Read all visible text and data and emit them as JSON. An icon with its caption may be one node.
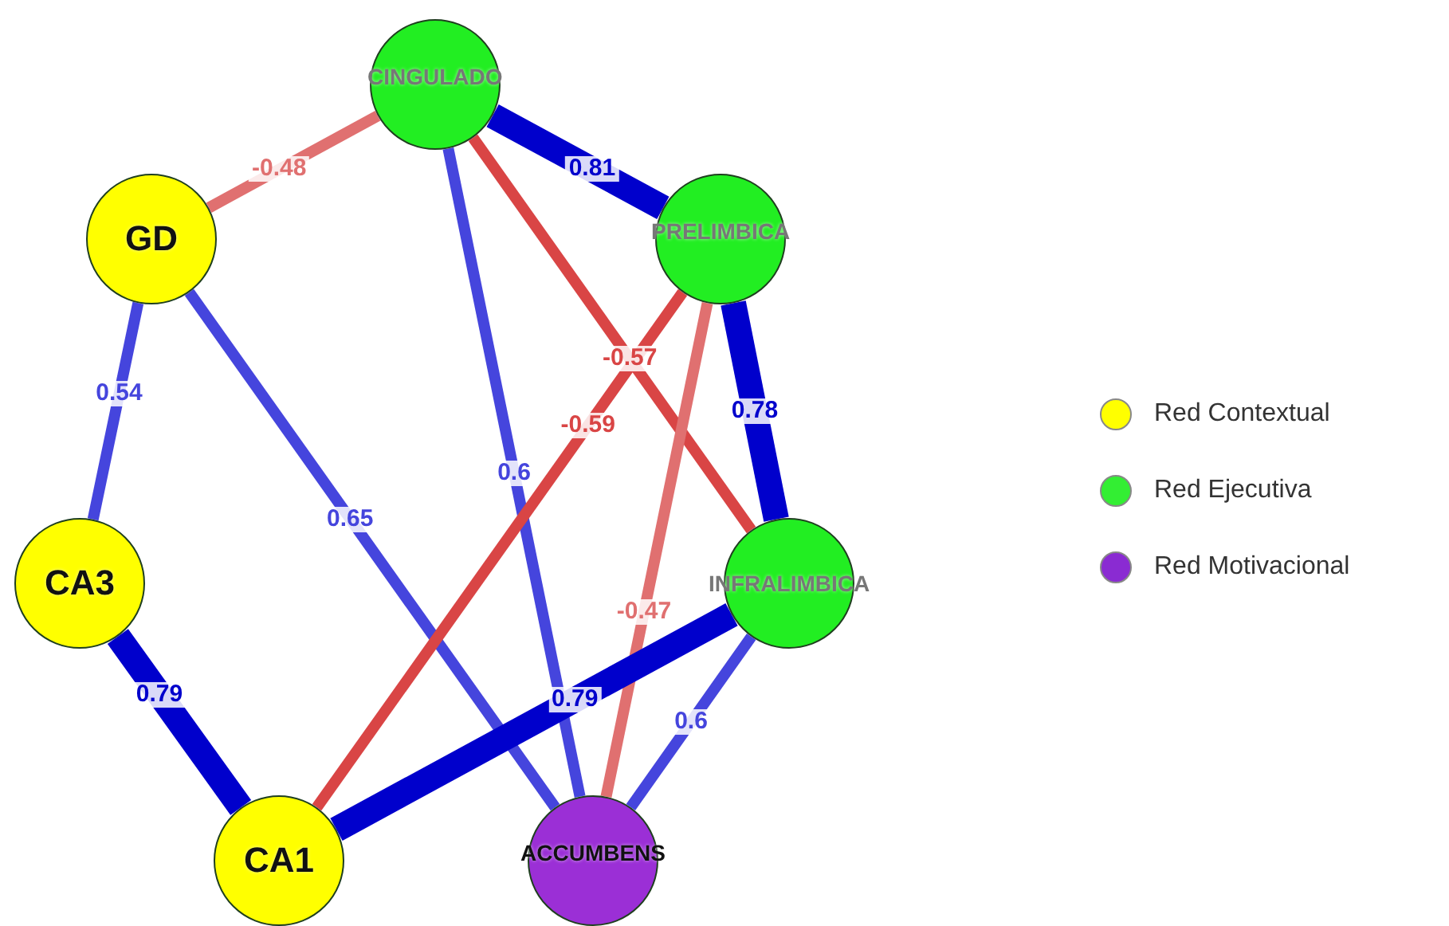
{
  "diagram": {
    "nodes": [
      {
        "text": [
          "CINGULADO"
        ]
      },
      {
        "text": [
          "GD"
        ]
      },
      {
        "text": [
          "PRELIMBICA"
        ]
      },
      {
        "text": [
          "CA3"
        ]
      },
      {
        "text": [
          "INFRALIMBICA"
        ]
      },
      {
        "text": [
          "CA1"
        ]
      },
      {
        "text": [
          "ACCUMBENS"
        ]
      }
    ],
    "edges": [
      {
        "from": 0,
        "to": 1,
        "arrow": "none",
        "label": "-0.48",
        "color": "#e07070"
      },
      {
        "from": 0,
        "to": 2,
        "arrow": "none",
        "label": "0.81",
        "style": "thick",
        "color": "#0000cc"
      },
      {
        "from": 0,
        "to": 6,
        "arrow": "none",
        "label": "0.6"
      },
      {
        "from": 0,
        "to": 4,
        "arrow": "none",
        "label": "-0.57",
        "color": "#d94545"
      },
      {
        "from": 1,
        "to": 3,
        "arrow": "none",
        "label": "0.54"
      },
      {
        "from": 1,
        "to": 6,
        "arrow": "none",
        "label": "0.65"
      },
      {
        "from": 2,
        "to": 4,
        "arrow": "none",
        "label": "0.78",
        "style": "thick",
        "color": "#0000cc"
      },
      {
        "from": 2,
        "to": 5,
        "arrow": "none",
        "label": "-0.59",
        "color": "#d94545"
      },
      {
        "from": 2,
        "to": 6,
        "arrow": "none",
        "label": "-0.47",
        "color": "#e07070"
      },
      {
        "from": 3,
        "to": 5,
        "arrow": "none",
        "label": "0.79",
        "style": "thick",
        "color": "#0000cc"
      },
      {
        "from": 5,
        "to": 4,
        "arrow": "none",
        "label": "0.79",
        "style": "thick",
        "color": "#0000cc"
      },
      {
        "from": 4,
        "to": 6,
        "arrow": "none",
        "label": "0.6"
      }
    ],
    "legend": [
      {
        "text": "Red Contextual",
        "color": "#ffff00"
      },
      {
        "text": "Red Ejecutiva",
        "color": "#33ee33"
      },
      {
        "text": "Red Motivacional",
        "color": "#8a2bd2"
      }
    ]
  }
}
